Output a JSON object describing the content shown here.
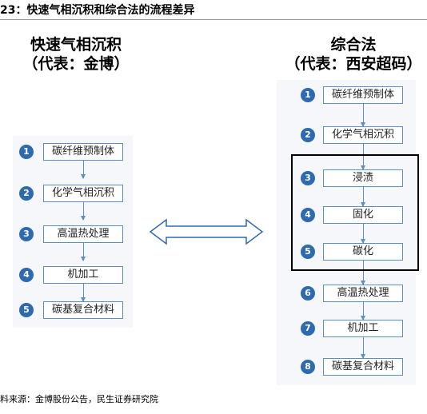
{
  "figure_title": "23：快速气相沉积和综合法的流程差异",
  "left": {
    "heading_line1": "快速气相沉积",
    "heading_line2": "（代表：金博）",
    "steps": [
      {
        "num": "1",
        "label": "碳纤维预制体"
      },
      {
        "num": "2",
        "label": "化学气相沉积"
      },
      {
        "num": "3",
        "label": "高温热处理"
      },
      {
        "num": "4",
        "label": "机加工"
      },
      {
        "num": "5",
        "label": "碳基复合材料"
      }
    ]
  },
  "right": {
    "heading_line1": "综合法",
    "heading_line2": "（代表：西安超码）",
    "steps": [
      {
        "num": "1",
        "label": "碳纤维预制体"
      },
      {
        "num": "2",
        "label": "化学气相沉积"
      },
      {
        "num": "3",
        "label": "浸渍"
      },
      {
        "num": "4",
        "label": "固化"
      },
      {
        "num": "5",
        "label": "碳化"
      },
      {
        "num": "6",
        "label": "高温热处理"
      },
      {
        "num": "7",
        "label": "机加工"
      },
      {
        "num": "8",
        "label": "碳基复合材料"
      }
    ]
  },
  "source": "料来源：金博股份公告，民生证券研究院",
  "colors": {
    "badge": "#2e6ab0",
    "box_border": "#5b8fc4",
    "arrow_outline": "#2e6ab0",
    "bracket": "#000000"
  },
  "icons": {
    "compare_arrow": "double-headed-arrow-icon"
  }
}
